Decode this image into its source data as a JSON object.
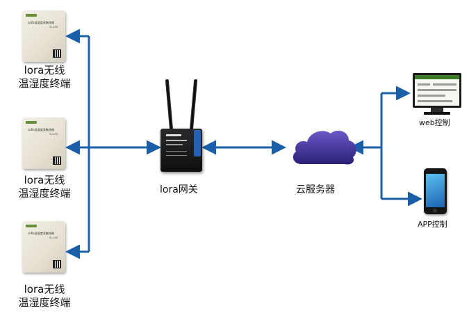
{
  "diagram": {
    "sensors": [
      {
        "label_line1": "lora无线",
        "label_line2": "温湿度终端",
        "device_text": "LoRa温湿度采集终端",
        "device_model": "YL-103"
      },
      {
        "label_line1": "lora无线",
        "label_line2": "温湿度终端",
        "device_text": "LoRa温湿度采集终端",
        "device_model": "YL-103"
      },
      {
        "label_line1": "lora无线",
        "label_line2": "温湿度终端",
        "device_text": "LoRa温湿度采集终端",
        "device_model": "YL-103"
      }
    ],
    "gateway": {
      "label": "lora网关"
    },
    "cloud": {
      "label": "云服务器"
    },
    "web": {
      "label": "web控制"
    },
    "app": {
      "label": "APP控制"
    },
    "colors": {
      "arrow": "#1a5fa8",
      "cloud": "#3d2f8e",
      "gateway_accent": "#2560b5"
    }
  }
}
